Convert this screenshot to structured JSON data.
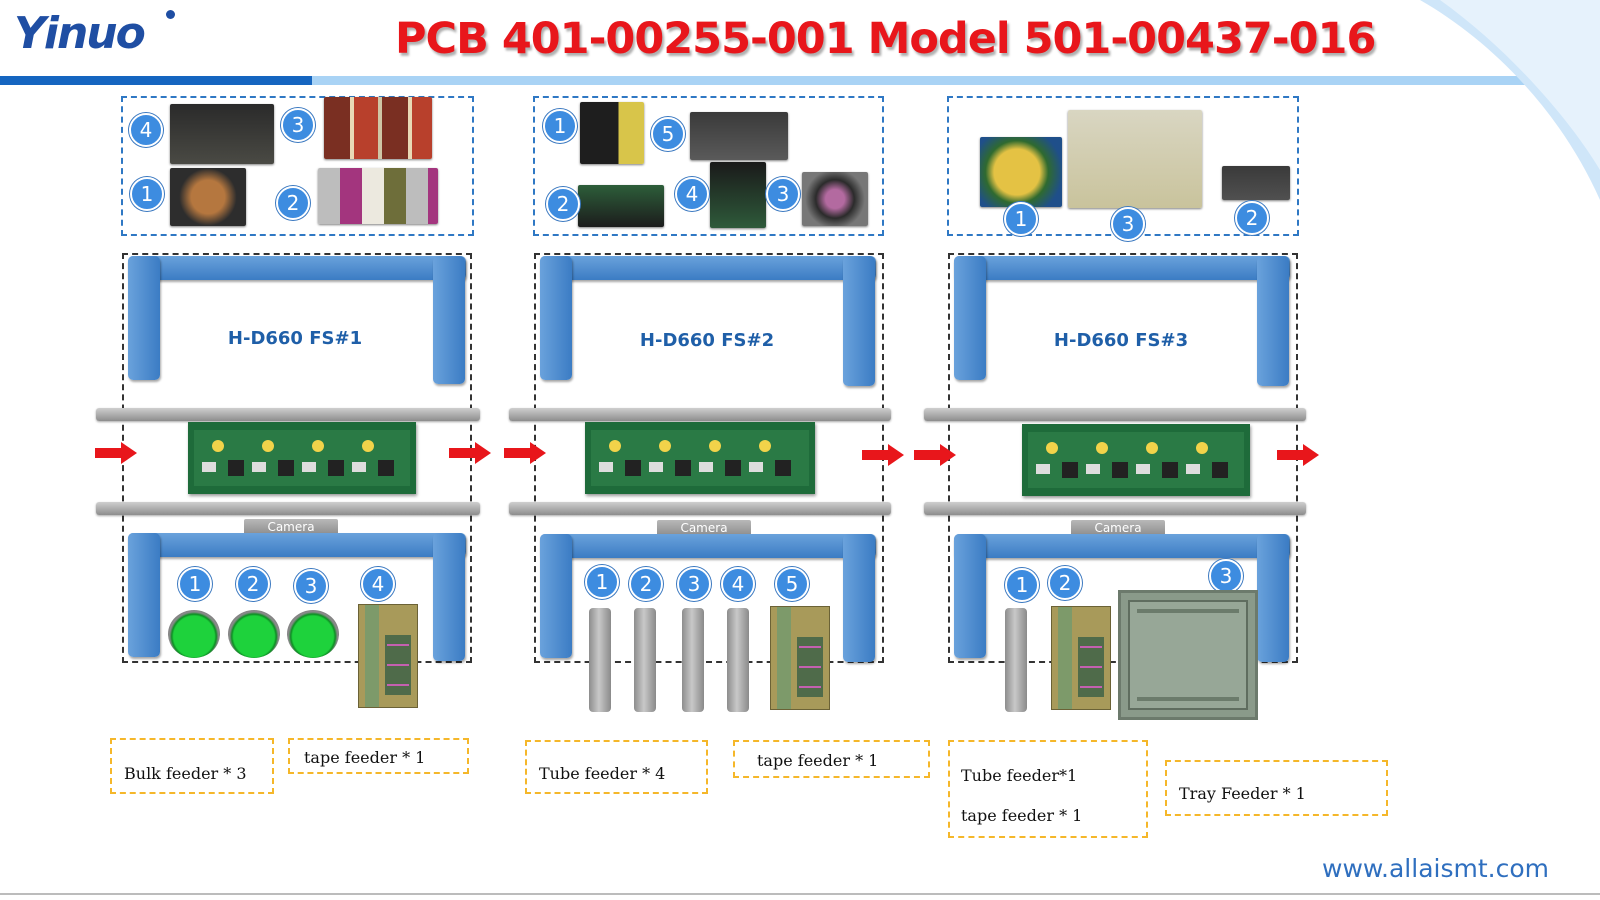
{
  "header": {
    "logo_text": "Yinuo",
    "title": "PCB 401-00255-001 Model 501-00437-016"
  },
  "colors": {
    "title_red": "#e8161b",
    "brand_blue": "#1f4ea3",
    "beam_blue": "#3b7cc4",
    "dashed_orange": "#f5b72a"
  },
  "stations": [
    {
      "label": "H-D660 FS#1",
      "camera": "Camera",
      "component_numbers": [
        "4",
        "3",
        "1",
        "2"
      ],
      "feeder_numbers": [
        "1",
        "2",
        "3",
        "4"
      ]
    },
    {
      "label": "H-D660 FS#2",
      "camera": "Camera",
      "component_numbers": [
        "1",
        "5",
        "2",
        "4",
        "3"
      ],
      "feeder_numbers": [
        "1",
        "2",
        "3",
        "4",
        "5"
      ]
    },
    {
      "label": "H-D660 FS#3",
      "camera": "Camera",
      "component_numbers": [
        "1",
        "3",
        "2"
      ],
      "feeder_numbers": [
        "1",
        "2",
        "3"
      ]
    }
  ],
  "feeder_boxes": [
    {
      "lines": [
        "Bulk feeder * 3"
      ]
    },
    {
      "lines": [
        "tape feeder * 1"
      ]
    },
    {
      "lines": [
        "Tube feeder * 4"
      ]
    },
    {
      "lines": [
        "tape feeder * 1"
      ]
    },
    {
      "lines": [
        "Tube feeder*1",
        "tape feeder * 1"
      ]
    },
    {
      "lines": [
        "Tray Feeder * 1"
      ]
    }
  ],
  "footer": {
    "url": "www.allaismt.com"
  }
}
